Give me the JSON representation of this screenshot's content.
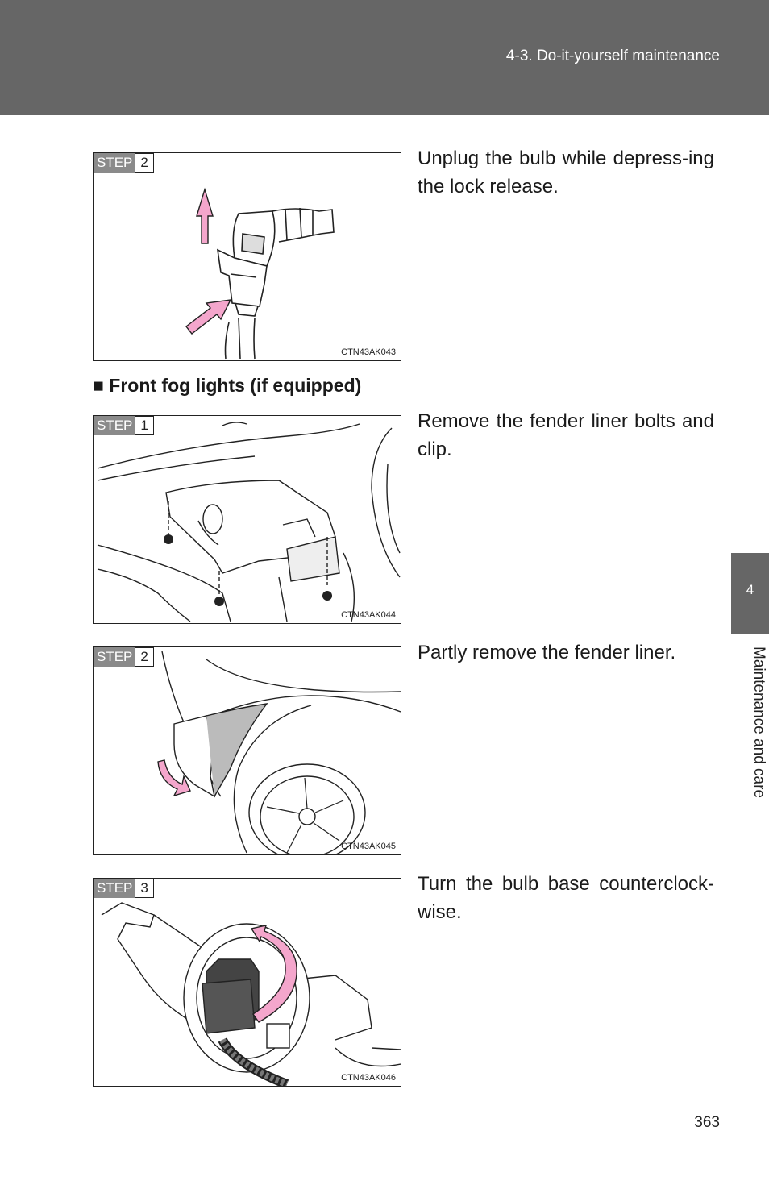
{
  "header": {
    "section_title": "4-3. Do-it-yourself maintenance"
  },
  "side_tab": {
    "chapter_number": "4",
    "chapter_label": "Maintenance and care"
  },
  "figures": [
    {
      "step_word": "STEP",
      "step_number": "2",
      "code": "CTN43AK043",
      "instruction": "Unplug the bulb while depress-ing the lock release."
    },
    {
      "step_word": "STEP",
      "step_number": "1",
      "code": "CTN43AK044",
      "instruction": "Remove the fender liner bolts and clip."
    },
    {
      "step_word": "STEP",
      "step_number": "2",
      "code": "CTN43AK045",
      "instruction": "Partly remove the fender liner."
    },
    {
      "step_word": "STEP",
      "step_number": "3",
      "code": "CTN43AK046",
      "instruction": "Turn the bulb base counterclock-wise."
    }
  ],
  "section_heading": "■ Front fog lights (if equipped)",
  "page_number": "363",
  "colors": {
    "header_bg": "#666666",
    "arrow_pink": "#f4a6cc",
    "step_bg": "#8a8a8a"
  }
}
